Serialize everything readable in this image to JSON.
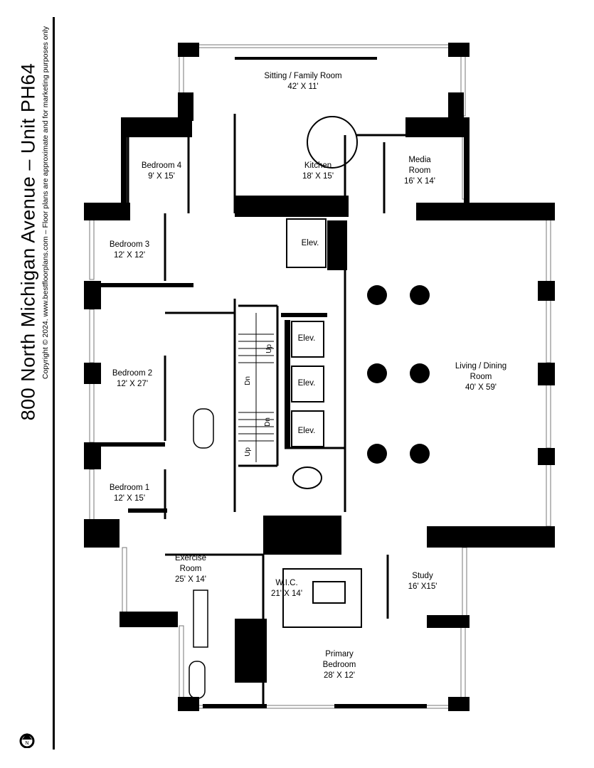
{
  "header": {
    "title": "800 North Michigan Avenue – Unit PH64",
    "copyright": "Copyright © 2024. www.bestfloorplans.com – Floor plans are approximate and for marketing purposes only"
  },
  "rooms": {
    "sitting": {
      "name": "Sitting / Family Room",
      "dims": "42' X 11'"
    },
    "bedroom4": {
      "name": "Bedroom 4",
      "dims": "9' X 15'"
    },
    "kitchen": {
      "name": "Kitchen",
      "dims": "18' X 15'"
    },
    "media": {
      "name": "Media Room",
      "dims": "16' X 14'"
    },
    "bedroom3": {
      "name": "Bedroom 3",
      "dims": "12' X 12'"
    },
    "living": {
      "name": "Living / Dining Room",
      "dims": "40' X 59'"
    },
    "bedroom2": {
      "name": "Bedroom 2",
      "dims": "12' X 27'"
    },
    "bedroom1": {
      "name": "Bedroom 1",
      "dims": "12' X 15'"
    },
    "exercise": {
      "name": "Exercise Room",
      "dims": "25' X 14'"
    },
    "wic": {
      "name": "W.I.C.",
      "dims": "21' X 14'"
    },
    "study": {
      "name": "Study",
      "dims": "16' X15'"
    },
    "primary": {
      "name": "Primary Bedroom",
      "dims": "28' X 12'"
    }
  },
  "elevators": [
    "Elev.",
    "Elev.",
    "Elev.",
    "Elev."
  ],
  "stairs": {
    "up": "Up",
    "down": "Dn"
  },
  "icons": {
    "north_arrow": "north-arrow-icon"
  }
}
